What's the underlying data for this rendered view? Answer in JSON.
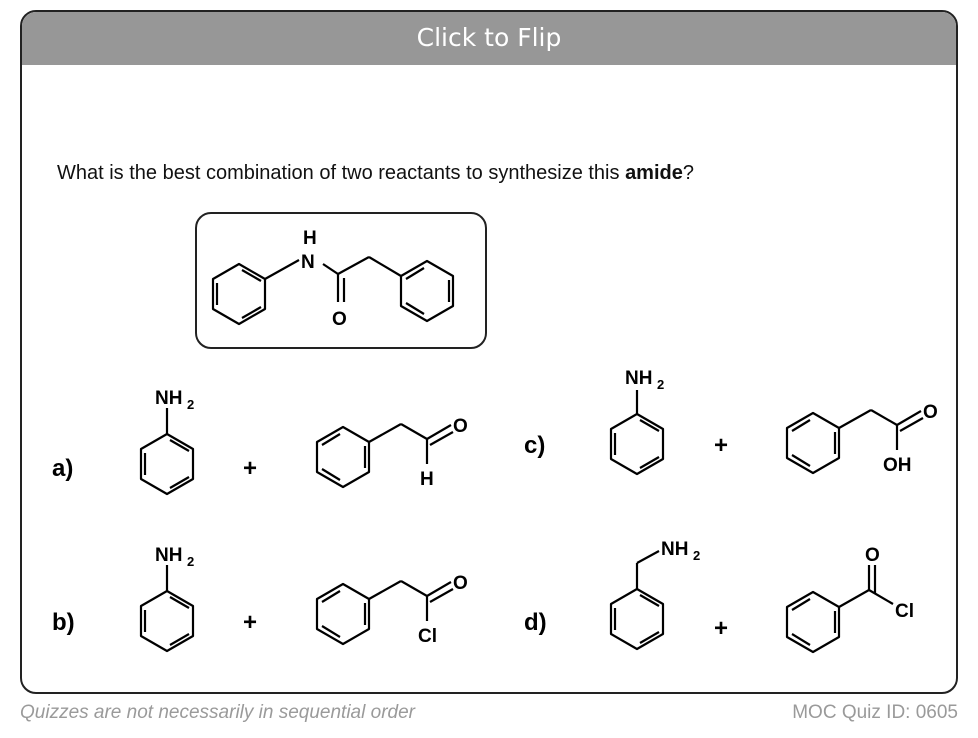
{
  "card": {
    "flip_label": "Click to Flip",
    "question_prefix": "What is the best combination of two reactants to synthesize this ",
    "question_bold": "amide",
    "question_suffix": "?"
  },
  "target": {
    "label_H": "H",
    "label_N": "N",
    "label_O": "O"
  },
  "options": [
    {
      "label": "a)",
      "amine_label": "NH",
      "amine_sub": "2",
      "plus": "+",
      "group_top": "O",
      "group_bottom": "H"
    },
    {
      "label": "b)",
      "amine_label": "NH",
      "amine_sub": "2",
      "plus": "+",
      "group_top": "O",
      "group_bottom": "Cl"
    },
    {
      "label": "c)",
      "amine_label": "NH",
      "amine_sub": "2",
      "plus": "+",
      "group_top": "O",
      "group_bottom": "OH"
    },
    {
      "label": "d)",
      "amine_label": "NH",
      "amine_sub": "2",
      "plus": "+",
      "group_top": "O",
      "group_bottom": "Cl"
    }
  ],
  "footer": {
    "note": "Quizzes are not necessarily in sequential order",
    "quiz_id": "MOC Quiz ID: 0605"
  }
}
